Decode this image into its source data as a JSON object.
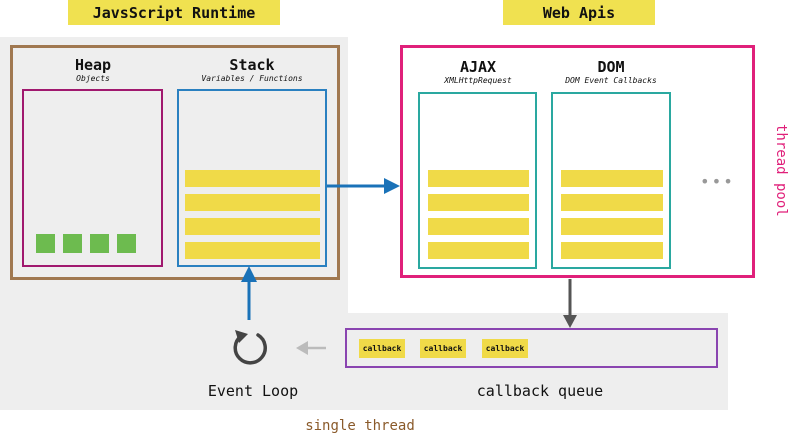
{
  "runtime": {
    "title": "JavsScript Runtime"
  },
  "web_apis": {
    "title": "Web Apis"
  },
  "heap": {
    "title": "Heap",
    "subtitle": "Objects",
    "object_count": 4
  },
  "stack": {
    "title": "Stack",
    "subtitle": "Variables / Functions",
    "frame_count": 4
  },
  "ajax": {
    "title": "AJAX",
    "subtitle": "XMLHttpRequest",
    "slot_count": 4
  },
  "dom": {
    "title": "DOM",
    "subtitle": "DOM Event Callbacks",
    "slot_count": 4
  },
  "more": {
    "ellipsis": "•••"
  },
  "thread_pool": {
    "label": "thread pool"
  },
  "callback_queue": {
    "label": "callback queue",
    "items": [
      "callback",
      "callback",
      "callback"
    ]
  },
  "event_loop": {
    "label": "Event Loop"
  },
  "single_thread": {
    "label": "single thread"
  },
  "colors": {
    "yellow": "#f0da48",
    "runtime_border": "#a07850",
    "heap_border": "#a0186e",
    "stack_border": "#2a80c0",
    "webapi_border": "#e0207a",
    "api_box_border": "#2aa8a0",
    "queue_border": "#8a44b0",
    "green": "#6dbb4f",
    "arrow_blue": "#1a72b8",
    "single_thread_text": "#8a5a2a"
  }
}
